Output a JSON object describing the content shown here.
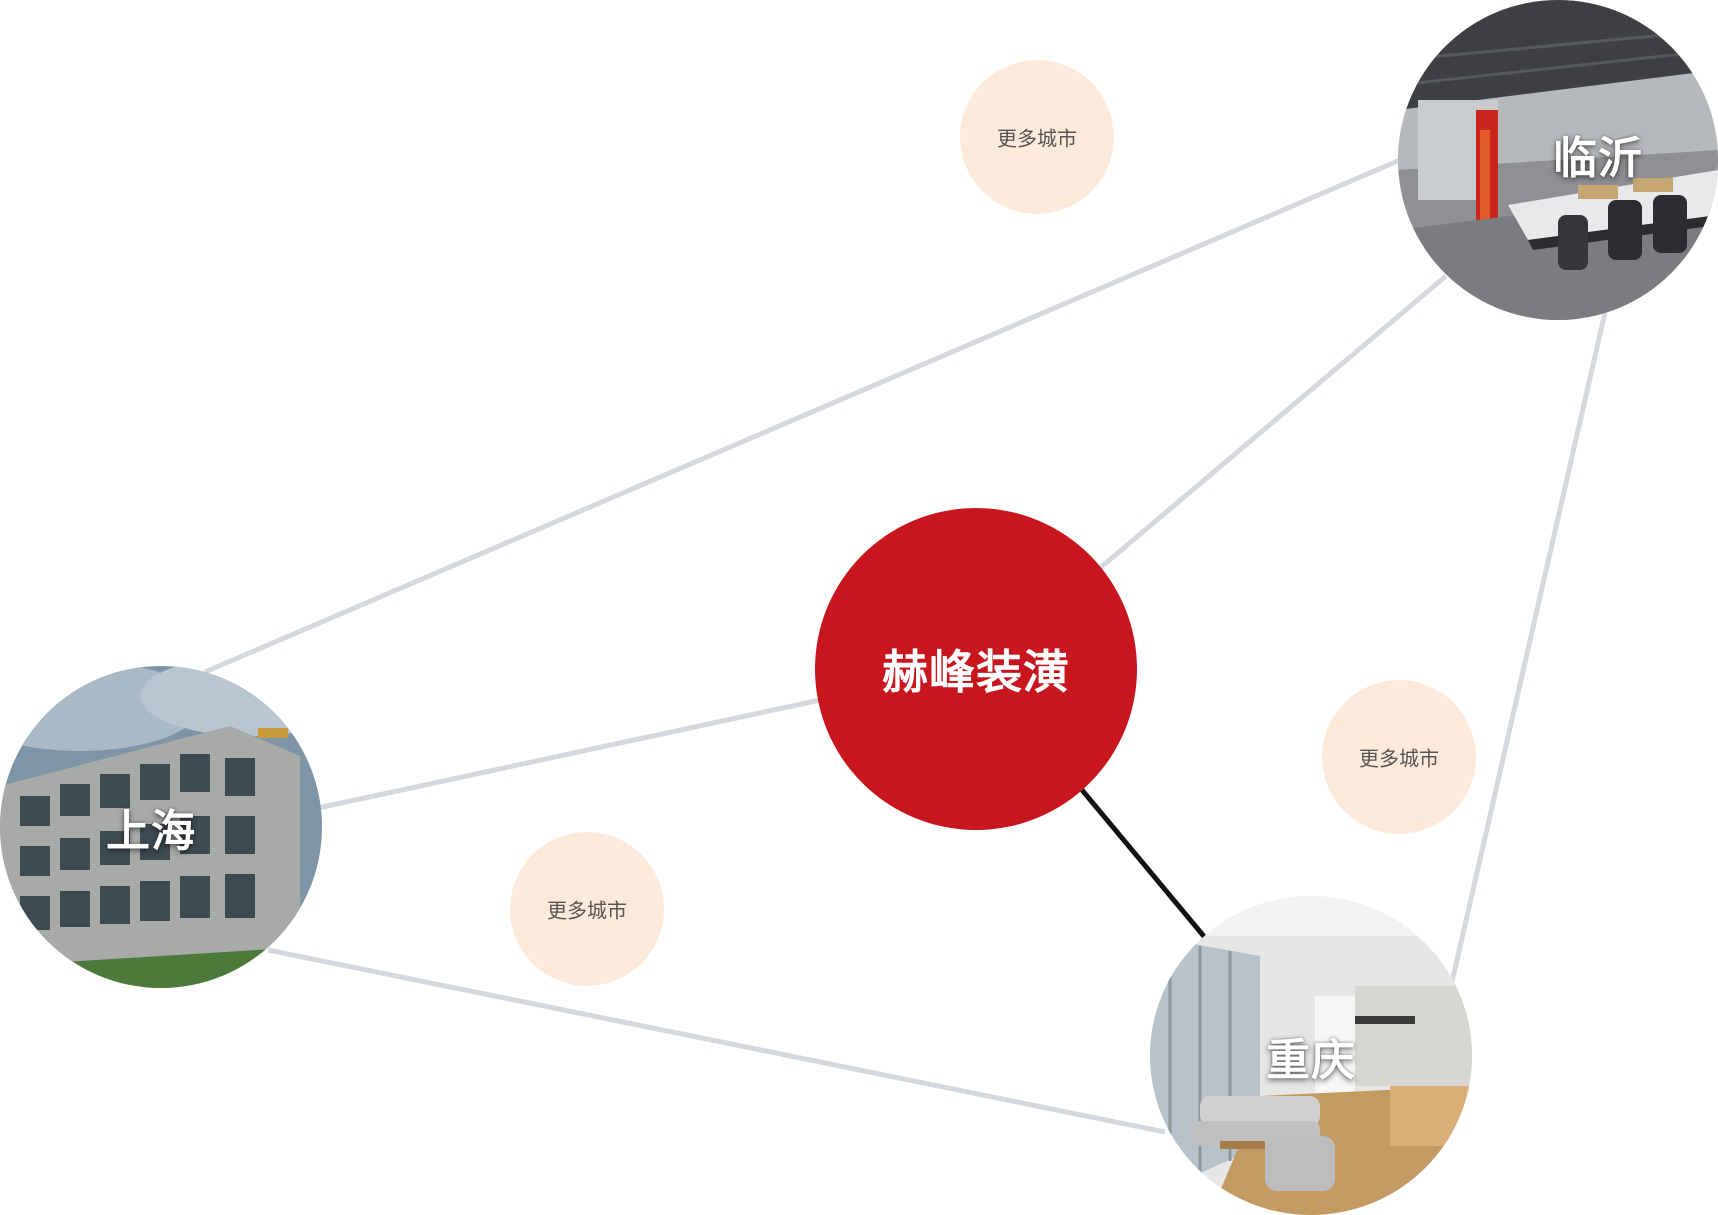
{
  "diagram": {
    "center": {
      "label": "赫峰装潢",
      "color": "#c8161e"
    },
    "cities": [
      {
        "id": "linyi",
        "label": "临沂",
        "image": "office-interior"
      },
      {
        "id": "shanghai",
        "label": "上海",
        "image": "glass-office-building"
      },
      {
        "id": "chongqing",
        "label": "重庆",
        "image": "living-room-interior"
      }
    ],
    "more_cities": [
      {
        "label": "更多城市"
      },
      {
        "label": "更多城市"
      },
      {
        "label": "更多城市"
      }
    ],
    "colors": {
      "line": "#d4d9de",
      "highlight_line": "#111111",
      "more_fill": "#fdeadb",
      "more_text": "#555555"
    }
  }
}
